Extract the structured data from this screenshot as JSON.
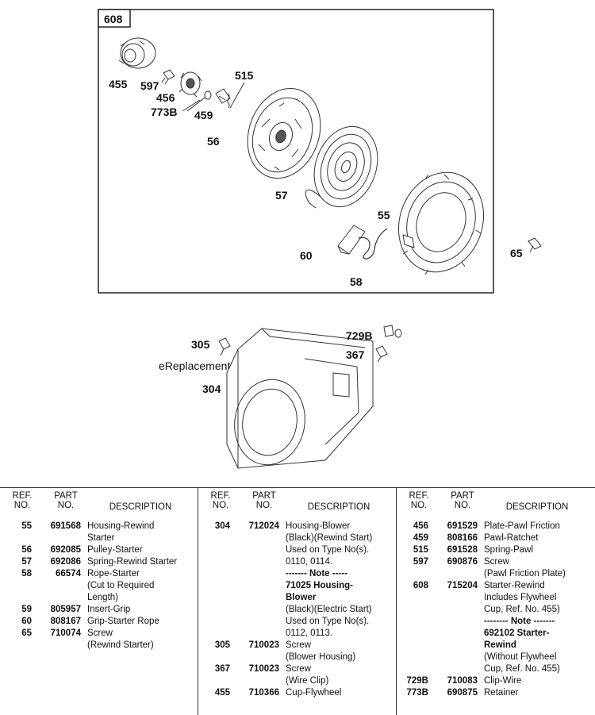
{
  "diagram": {
    "box_label": "608",
    "callouts": [
      "455",
      "597",
      "456",
      "773B",
      "459",
      "515",
      "56",
      "57",
      "55",
      "60",
      "58",
      "65",
      "305",
      "729B",
      "367",
      "304"
    ],
    "watermark": "eReplacementParts.com"
  },
  "table": {
    "headers": {
      "ref": [
        "REF.",
        "NO."
      ],
      "part": [
        "PART",
        "NO."
      ],
      "description": "DESCRIPTION"
    },
    "columns": [
      [
        {
          "ref": "55",
          "part": "691568",
          "desc": [
            "Housing-Rewind",
            "Starter"
          ]
        },
        {
          "ref": "56",
          "part": "692085",
          "desc": [
            "Pulley-Starter"
          ]
        },
        {
          "ref": "57",
          "part": "692086",
          "desc": [
            "Spring-Rewind Starter"
          ]
        },
        {
          "ref": "58",
          "part": "66574",
          "desc": [
            "Rope-Starter",
            "(Cut to Required",
            "Length)"
          ]
        },
        {
          "ref": "59",
          "part": "805957",
          "desc": [
            "Insert-Grip"
          ]
        },
        {
          "ref": "60",
          "part": "808167",
          "desc": [
            "Grip-Starter Rope"
          ]
        },
        {
          "ref": "65",
          "part": "710074",
          "desc": [
            "Screw",
            "(Rewind Starter)"
          ]
        }
      ],
      [
        {
          "ref": "304",
          "part": "712024",
          "desc": [
            "Housing-Blower",
            "(Black)(Rewind Start)",
            "Used on Type No(s).",
            "0110, 0114."
          ]
        },
        {
          "ref": "",
          "part": "",
          "desc": [
            "------- Note -----"
          ],
          "note": true
        },
        {
          "ref": "",
          "part": "",
          "desc": [
            "71025 Housing-",
            "Blower"
          ],
          "note": true
        },
        {
          "ref": "",
          "part": "",
          "desc": [
            "(Black)(Electric Start)",
            "Used on Type No(s).",
            "0112, 0113."
          ]
        },
        {
          "ref": "305",
          "part": "710023",
          "desc": [
            "Screw",
            "(Blower Housing)"
          ]
        },
        {
          "ref": "367",
          "part": "710023",
          "desc": [
            "Screw",
            "(Wire Clip)"
          ]
        },
        {
          "ref": "455",
          "part": "710366",
          "desc": [
            "Cup-Flywheel"
          ]
        }
      ],
      [
        {
          "ref": "456",
          "part": "691529",
          "desc": [
            "Plate-Pawl Friction"
          ]
        },
        {
          "ref": "459",
          "part": "808166",
          "desc": [
            "Pawl-Ratchet"
          ]
        },
        {
          "ref": "515",
          "part": "691528",
          "desc": [
            "Spring-Pawl"
          ]
        },
        {
          "ref": "597",
          "part": "690876",
          "desc": [
            "Screw",
            "(Pawl Friction Plate)"
          ]
        },
        {
          "ref": "608",
          "part": "715204",
          "desc": [
            "Starter-Rewind",
            "Includes Flywheel",
            "Cup, Ref. No. 455)"
          ]
        },
        {
          "ref": "",
          "part": "",
          "desc": [
            "-------- Note -------"
          ],
          "note": true
        },
        {
          "ref": "",
          "part": "",
          "desc": [
            "692102 Starter-",
            "Rewind"
          ],
          "note": true
        },
        {
          "ref": "",
          "part": "",
          "desc": [
            "(Without Flywheel",
            "Cup, Ref. No. 455)"
          ]
        },
        {
          "ref": "729B",
          "part": "710083",
          "desc": [
            "Clip-Wire"
          ]
        },
        {
          "ref": "773B",
          "part": "690875",
          "desc": [
            "Retainer"
          ]
        }
      ]
    ]
  }
}
